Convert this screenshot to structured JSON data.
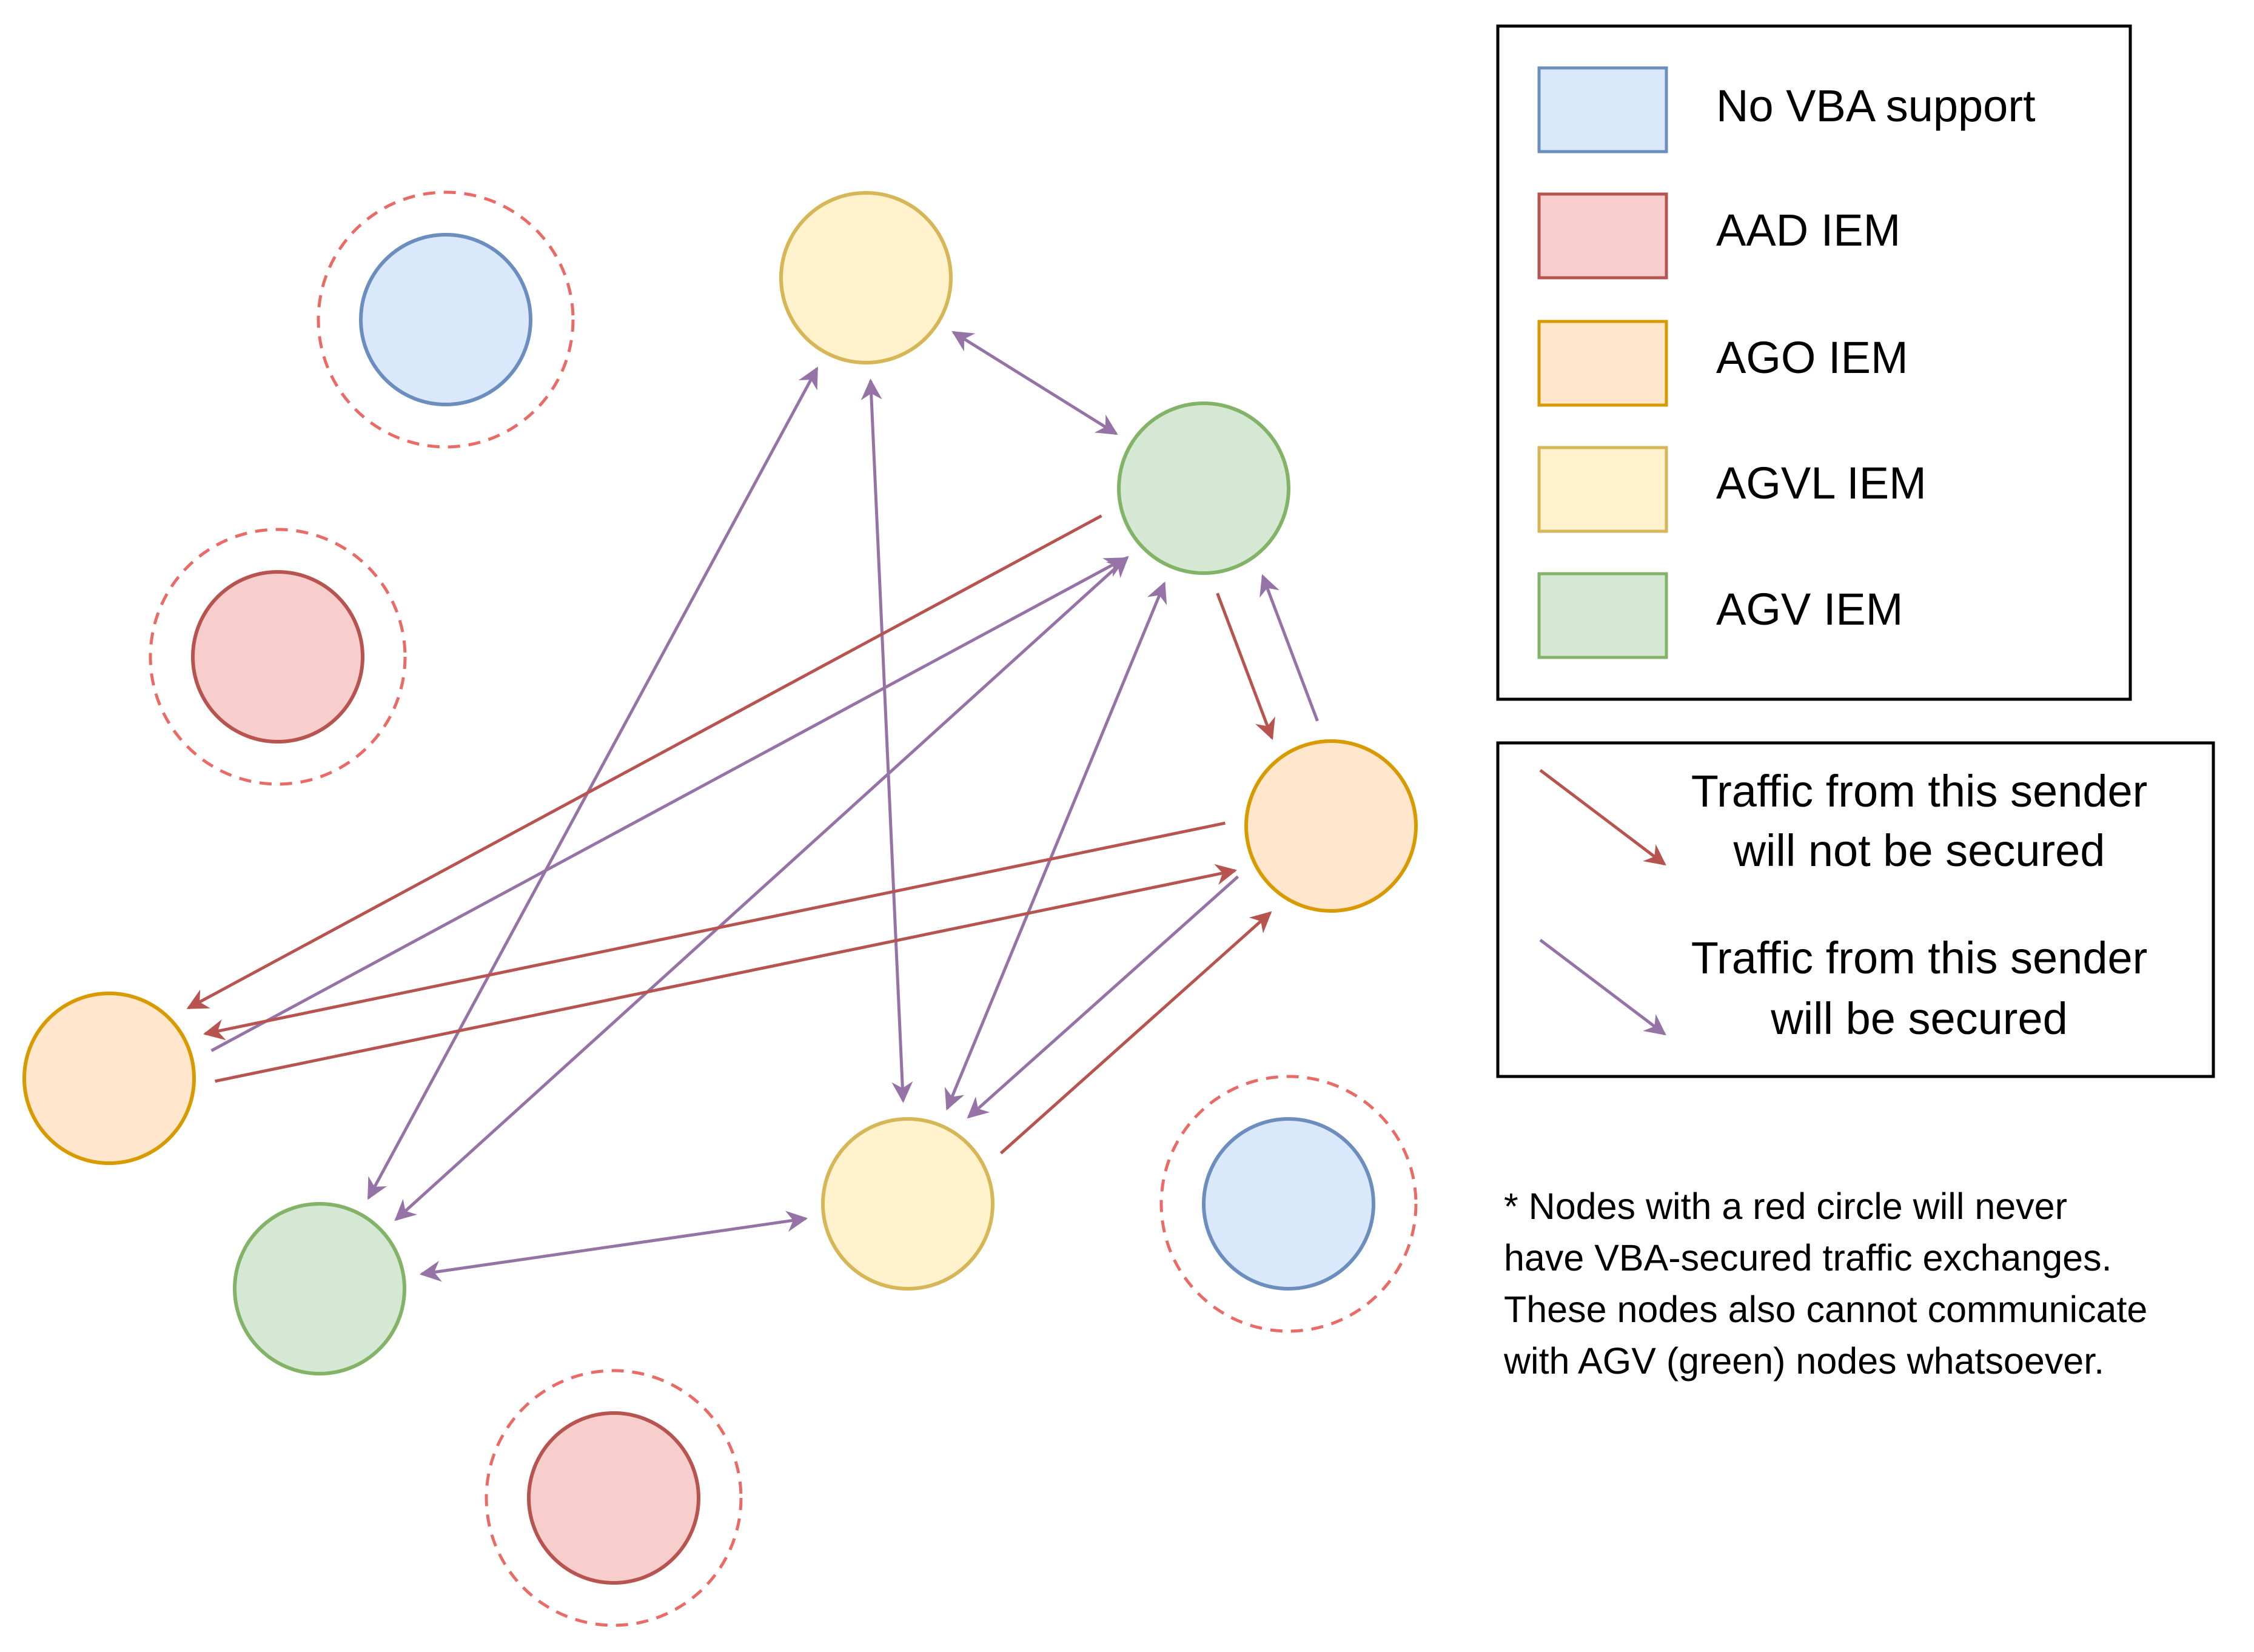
{
  "colors": {
    "no_vba": {
      "fill": "#dae8fc",
      "stroke": "#6c8ebf"
    },
    "aad": {
      "fill": "#f8cecc",
      "stroke": "#b85450"
    },
    "ago": {
      "fill": "#ffe6cc",
      "stroke": "#d79b00"
    },
    "agvl": {
      "fill": "#fff2cc",
      "stroke": "#d6b656"
    },
    "agv": {
      "fill": "#d5e8d4",
      "stroke": "#82b366"
    },
    "unsecured": "#b85450",
    "secured": "#9673a6",
    "exclusion_ring": "#ea6b66"
  },
  "legend": {
    "items": [
      {
        "key": "no_vba",
        "label": "No VBA support"
      },
      {
        "key": "aad",
        "label": "AAD IEM"
      },
      {
        "key": "ago",
        "label": "AGO IEM"
      },
      {
        "key": "agvl",
        "label": "AGVL IEM"
      },
      {
        "key": "agv",
        "label": "AGV IEM"
      }
    ]
  },
  "arrow_legend": {
    "unsecured": {
      "line1": "Traffic from this sender",
      "line2": "will not be secured"
    },
    "secured": {
      "line1": "Traffic from this sender",
      "line2": "will be secured"
    }
  },
  "footnote": {
    "lines": [
      "* Nodes with a red circle will never",
      "have VBA-secured traffic exchanges.",
      "These nodes also cannot communicate",
      "with AGV (green) nodes whatsoever."
    ]
  },
  "nodes": [
    {
      "id": "n1",
      "type": "no_vba",
      "excluded": true
    },
    {
      "id": "n2",
      "type": "aad",
      "excluded": true
    },
    {
      "id": "n3",
      "type": "agvl",
      "excluded": false
    },
    {
      "id": "n4",
      "type": "agv",
      "excluded": false
    },
    {
      "id": "n5",
      "type": "ago",
      "excluded": false
    },
    {
      "id": "n6",
      "type": "ago",
      "excluded": false
    },
    {
      "id": "n7",
      "type": "agv",
      "excluded": false
    },
    {
      "id": "n8",
      "type": "agvl",
      "excluded": false
    },
    {
      "id": "n9",
      "type": "no_vba",
      "excluded": true
    },
    {
      "id": "n10",
      "type": "aad",
      "excluded": true
    }
  ],
  "edges": [
    {
      "from": "n3",
      "to": "n4",
      "secured": true,
      "bidirectional": true
    },
    {
      "from": "n3",
      "to": "n8",
      "secured": true,
      "bidirectional": true
    },
    {
      "from": "n3",
      "to": "n7",
      "secured": true,
      "bidirectional": true
    },
    {
      "from": "n6",
      "to": "n4",
      "secured": true,
      "bidirectional": false
    },
    {
      "from": "n4",
      "to": "n6",
      "secured": false,
      "bidirectional": false
    },
    {
      "from": "n4",
      "to": "n7",
      "secured": true,
      "bidirectional": true
    },
    {
      "from": "n4",
      "to": "n8",
      "secured": true,
      "bidirectional": true
    },
    {
      "from": "n4",
      "to": "n5",
      "secured": false,
      "bidirectional": false
    },
    {
      "from": "n5",
      "to": "n4",
      "secured": true,
      "bidirectional": false
    },
    {
      "from": "n6",
      "to": "n5",
      "secured": false,
      "bidirectional": false
    },
    {
      "from": "n5",
      "to": "n6",
      "secured": false,
      "bidirectional": false
    },
    {
      "from": "n5",
      "to": "n8",
      "secured": true,
      "bidirectional": false
    },
    {
      "from": "n8",
      "to": "n5",
      "secured": false,
      "bidirectional": false
    },
    {
      "from": "n7",
      "to": "n8",
      "secured": true,
      "bidirectional": true
    }
  ]
}
